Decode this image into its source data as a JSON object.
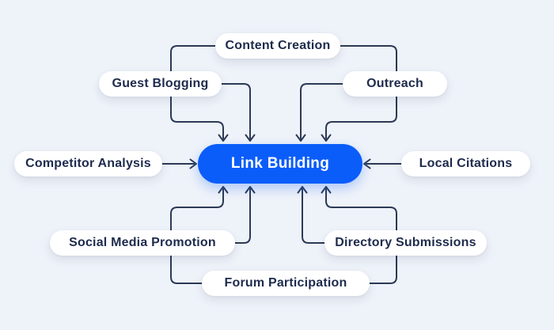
{
  "diagram": {
    "type": "hub-and-spoke",
    "center": {
      "id": "link-building",
      "label": "Link Building"
    },
    "nodes": [
      {
        "id": "content-creation",
        "label": "Content Creation"
      },
      {
        "id": "guest-blogging",
        "label": "Guest Blogging"
      },
      {
        "id": "outreach",
        "label": "Outreach"
      },
      {
        "id": "competitor-analysis",
        "label": "Competitor Analysis"
      },
      {
        "id": "local-citations",
        "label": "Local Citations"
      },
      {
        "id": "social-media-promotion",
        "label": "Social Media Promotion"
      },
      {
        "id": "directory-submissions",
        "label": "Directory Submissions"
      },
      {
        "id": "forum-participation",
        "label": "Forum Participation"
      }
    ],
    "edges": [
      {
        "from": "content-creation",
        "to": "link-building",
        "branches": 2
      },
      {
        "from": "guest-blogging",
        "to": "link-building",
        "branches": 1
      },
      {
        "from": "outreach",
        "to": "link-building",
        "branches": 1
      },
      {
        "from": "competitor-analysis",
        "to": "link-building",
        "branches": 1
      },
      {
        "from": "local-citations",
        "to": "link-building",
        "branches": 1
      },
      {
        "from": "social-media-promotion",
        "to": "link-building",
        "branches": 1
      },
      {
        "from": "directory-submissions",
        "to": "link-building",
        "branches": 1
      },
      {
        "from": "forum-participation",
        "to": "link-building",
        "branches": 2
      }
    ],
    "colors": {
      "background": "#EEF2F9",
      "node_bg": "#FFFFFF",
      "node_text": "#1E2B4D",
      "center_bg": "#0B5DFA",
      "center_text": "#FFFFFF",
      "connector": "#2B3A55"
    }
  }
}
